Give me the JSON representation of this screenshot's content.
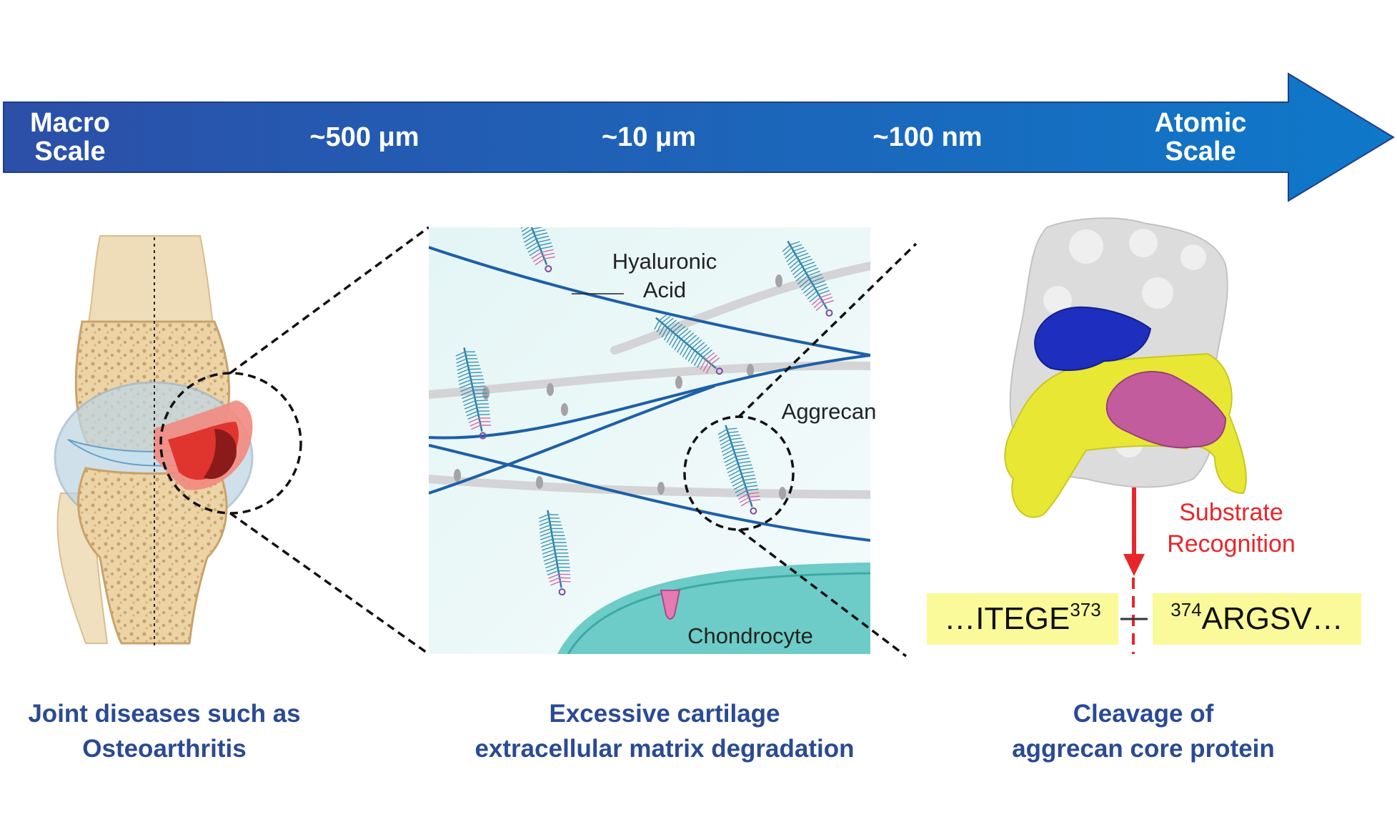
{
  "scale_arrow": {
    "labels": [
      {
        "line1": "Macro",
        "line2": "Scale"
      },
      {
        "line1": "~500 μm",
        "line2": ""
      },
      {
        "line1": "~10 μm",
        "line2": ""
      },
      {
        "line1": "~100 nm",
        "line2": ""
      },
      {
        "line1": "Atomic",
        "line2": "Scale"
      }
    ],
    "colors": {
      "start": "#2c4fa8",
      "end": "#0f78c9"
    }
  },
  "matrix_inset": {
    "hyaluronic_label_line1": "Hyaluronic",
    "hyaluronic_label_line2": "Acid",
    "aggrecan_label": "Aggrecan",
    "chondrocyte_label": "Chondrocyte"
  },
  "protein_panel": {
    "recognition_line1": "Substrate",
    "recognition_line2": "Recognition",
    "left_sequence": "…ITEGE",
    "left_residue": "373",
    "right_residue": "374",
    "right_sequence": "ARGSV…",
    "colors": {
      "surface": "#dcdcdc",
      "blue": "#1e2fbf",
      "yellow": "#e8e834",
      "magenta": "#c25c9c",
      "arrow": "#e8262a"
    }
  },
  "captions": [
    {
      "line1": "Joint diseases such as",
      "line2": "Osteoarthritis"
    },
    {
      "line1": "Excessive cartilage",
      "line2": "extracellular matrix degradation"
    },
    {
      "line1": "Cleavage of",
      "line2": "aggrecan core protein"
    }
  ]
}
